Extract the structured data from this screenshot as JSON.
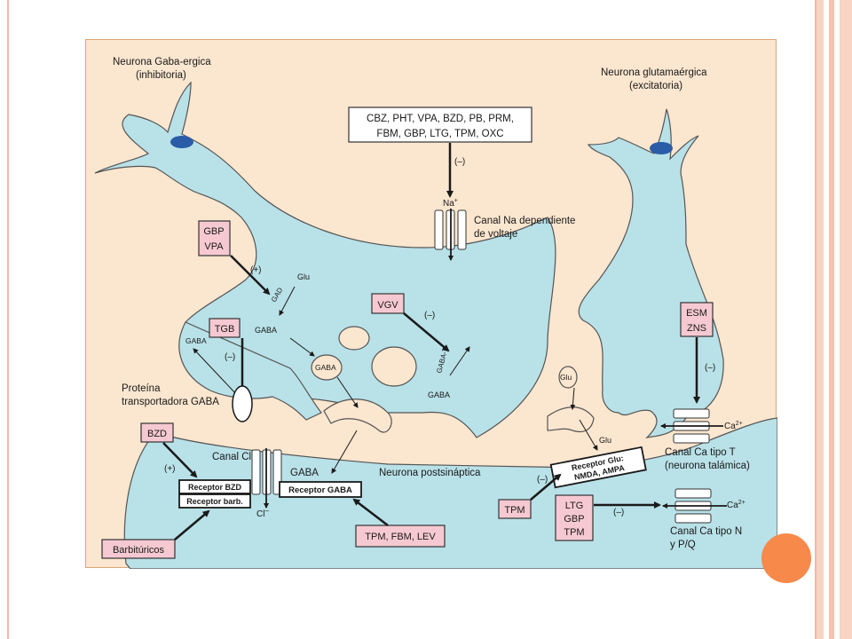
{
  "labels": {
    "gaba_neuron_line1": "Neurona Gaba-ergica",
    "gaba_neuron_line2": "(inhibitoria)",
    "glut_neuron_line1": "Neurona glutamaérgica",
    "glut_neuron_line2": "(excitatoria)",
    "drug_box_line1": "CBZ, PHT, VPA, BZD, PB, PRM,",
    "drug_box_line2": "FBM, GBP, LTG, TPM, OXC",
    "minus": "(–)",
    "plus": "(+)",
    "na": "Na",
    "na_sup": "+",
    "na_channel_line1": "Canal Na dependiente",
    "na_channel_line2": "de voltaje",
    "gbp_line1": "GBP",
    "gbp_line2": "VPA",
    "glu_top": "Glu",
    "gad": "GAD",
    "gaba_a": "GABA",
    "vgv": "VGV",
    "gaba_t": "GABA-T",
    "gaba_bottom": "GABA",
    "tgb": "TGB",
    "gaba_left": "GABA",
    "gaba_vesicle": "GABA",
    "transporter_line1": "Proteína",
    "transporter_line2": "transportadora GABA",
    "esm": "ESM",
    "zns": "ZNS",
    "glu_vesicle": "Glu",
    "glu_release": "Glu",
    "ca_t": "Ca",
    "ca_sup": "2+",
    "ca_t_channel_line1": "Canal Ca tipo T",
    "ca_t_channel_line2": "(neurona talámica)",
    "bzd": "BZD",
    "canal_cl": "Canal Cl",
    "cl": "Cl",
    "cl_sup": "–",
    "receptor_bzd": "Receptor BZD",
    "receptor_barb": "Receptor barb.",
    "gaba_cleft": "GABA",
    "receptor_gaba": "Receptor GABA",
    "postsynaptic": "Neurona postsináptica",
    "receptor_glu_line1": "Receptor Glu:",
    "receptor_glu_line2": "NMDA, AMPA",
    "tpm": "TPM",
    "ltg_line1": "LTG",
    "ltg_line2": "GBP",
    "ltg_line3": "TPM",
    "ca_n": "Ca",
    "ca_n_channel_line1": "Canal Ca tipo N",
    "ca_n_channel_line2": "y P/Q",
    "barbituricos": "Barbitúricos",
    "tpm_fbm_lev": "TPM, FBM, LEV"
  },
  "colors": {
    "background_panel": "#fbe6cf",
    "neuron_fill": "#b9e1e8",
    "drug_box_pink": "#f6c9d2",
    "nucleus_blue": "#2a5ca8",
    "slide_accent": "#f7894a"
  },
  "icons": [
    "arrow-icon",
    "neuron-icon",
    "channel-icon"
  ]
}
